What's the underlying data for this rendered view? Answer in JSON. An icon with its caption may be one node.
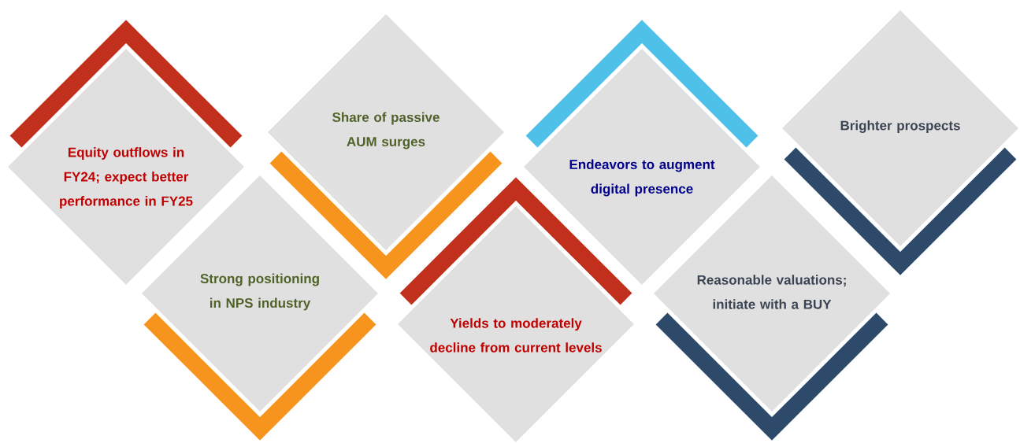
{
  "diagram": {
    "nodes": [
      {
        "text": [
          "Equity outflows in FY24; expect better performance in FY25"
        ]
      },
      {
        "text": [
          "Strong positioning in NPS industry"
        ]
      },
      {
        "text": [
          "Share of passive AUM surges"
        ]
      },
      {
        "text": [
          "Yields to moderately decline from current levels"
        ]
      },
      {
        "text": [
          "Endeavors to augment digital presence"
        ]
      },
      {
        "text": [
          "Reasonable valuations; initiate with a BUY"
        ]
      },
      {
        "text": [
          "Brighter prospects"
        ]
      }
    ]
  }
}
